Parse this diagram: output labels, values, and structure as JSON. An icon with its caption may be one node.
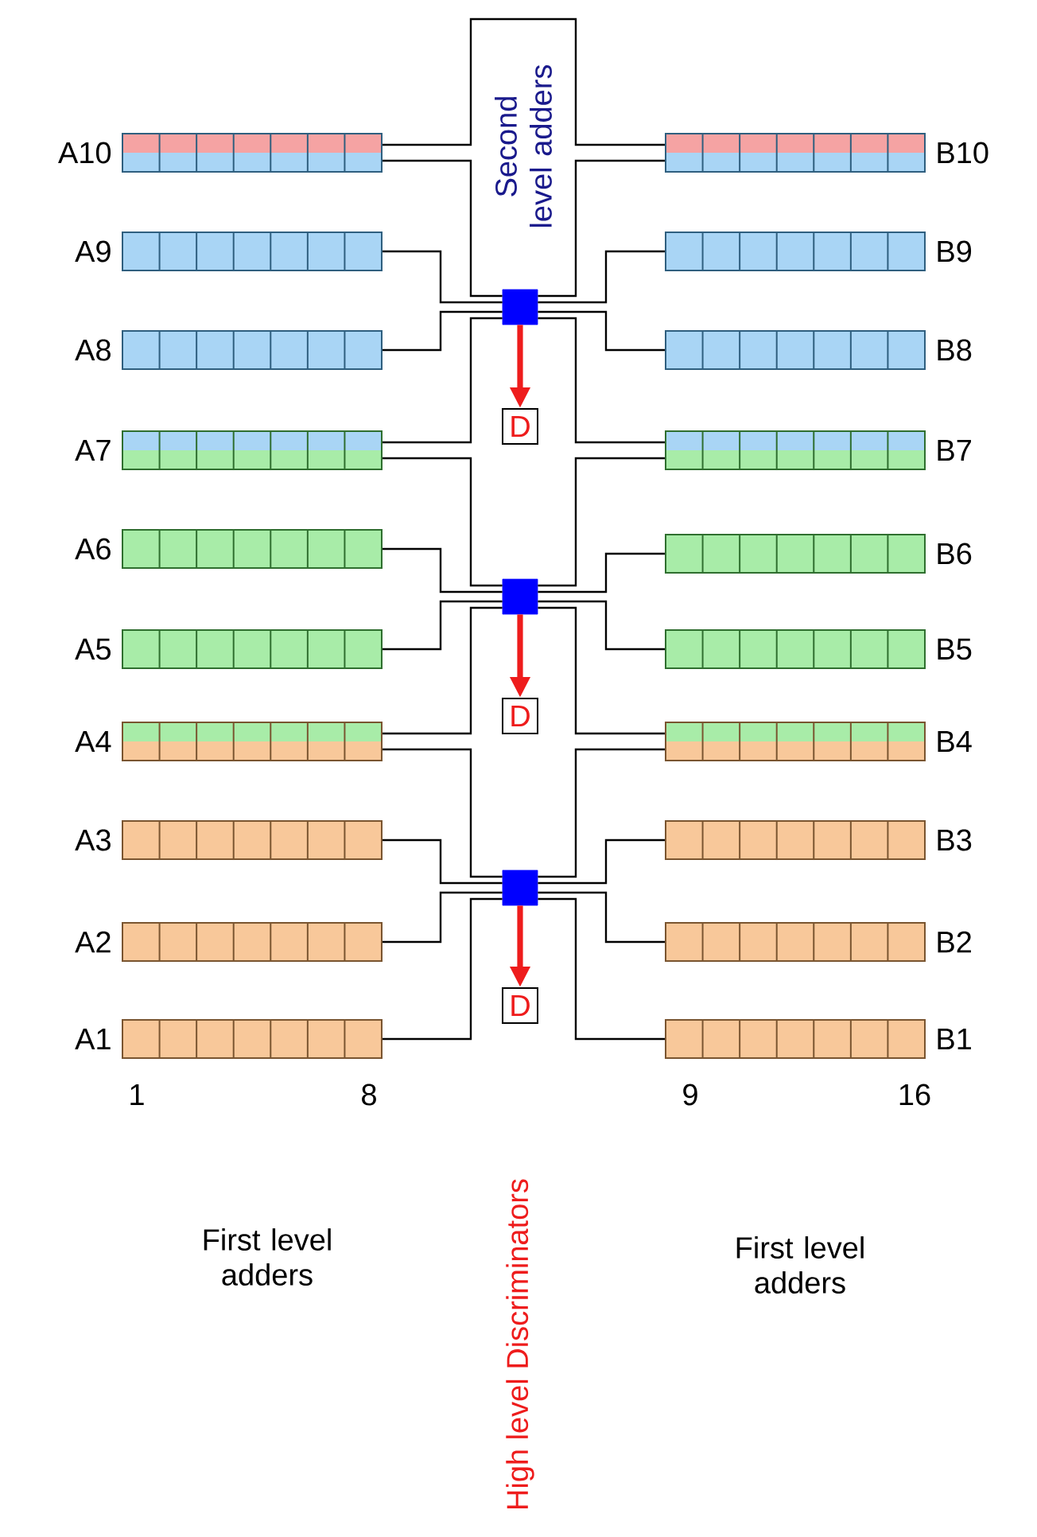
{
  "diagram": {
    "nodes": [
      {
        "text": [
          "A10"
        ]
      },
      {
        "text": [
          "B10"
        ]
      },
      {
        "text": [
          "A9"
        ]
      },
      {
        "text": [
          "B9"
        ]
      },
      {
        "text": [],
        "shape": "box"
      },
      {
        "text": [
          "A8"
        ]
      },
      {
        "text": [
          "B8"
        ]
      },
      {
        "text": [
          "D"
        ]
      },
      {
        "text": [
          "A7"
        ]
      },
      {
        "text": [
          "B7"
        ]
      },
      {
        "text": [
          "A6"
        ]
      },
      {
        "text": [
          "B6"
        ]
      },
      {
        "text": [],
        "shape": "box"
      },
      {
        "text": [
          "A5"
        ]
      },
      {
        "text": [
          "B5"
        ]
      },
      {
        "text": [
          "D"
        ]
      },
      {
        "text": [
          "A4"
        ]
      },
      {
        "text": [
          "B4"
        ]
      },
      {
        "text": [
          "A3"
        ]
      },
      {
        "text": [
          "B3"
        ]
      },
      {
        "text": [],
        "shape": "box"
      },
      {
        "text": [
          "A2"
        ]
      },
      {
        "text": [
          "B2"
        ]
      },
      {
        "text": [
          "D"
        ]
      },
      {
        "text": [
          "A1"
        ]
      },
      {
        "text": [
          "B1"
        ]
      }
    ],
    "edges": [
      {
        "from": 0,
        "to": 1,
        "arrow": "none"
      },
      {
        "from": 0,
        "to": 4,
        "arrow": "none"
      },
      {
        "from": 2,
        "to": 4,
        "arrow": "none"
      },
      {
        "from": 5,
        "to": 4,
        "arrow": "none"
      },
      {
        "from": 8,
        "to": 4,
        "arrow": "none"
      },
      {
        "from": 1,
        "to": 4,
        "arrow": "none"
      },
      {
        "from": 3,
        "to": 4,
        "arrow": "none"
      },
      {
        "from": 6,
        "to": 4,
        "arrow": "none"
      },
      {
        "from": 9,
        "to": 4,
        "arrow": "none"
      },
      {
        "from": 4,
        "to": 7,
        "arrow": "to",
        "style": "thick",
        "color": "#ee1c1c"
      },
      {
        "from": 8,
        "to": 12,
        "arrow": "none"
      },
      {
        "from": 10,
        "to": 12,
        "arrow": "none"
      },
      {
        "from": 13,
        "to": 12,
        "arrow": "none"
      },
      {
        "from": 16,
        "to": 12,
        "arrow": "none"
      },
      {
        "from": 9,
        "to": 12,
        "arrow": "none"
      },
      {
        "from": 11,
        "to": 12,
        "arrow": "none"
      },
      {
        "from": 14,
        "to": 12,
        "arrow": "none"
      },
      {
        "from": 17,
        "to": 12,
        "arrow": "none"
      },
      {
        "from": 12,
        "to": 15,
        "arrow": "to",
        "style": "thick",
        "color": "#ee1c1c"
      },
      {
        "from": 16,
        "to": 20,
        "arrow": "none"
      },
      {
        "from": 18,
        "to": 20,
        "arrow": "none"
      },
      {
        "from": 21,
        "to": 20,
        "arrow": "none"
      },
      {
        "from": 24,
        "to": 20,
        "arrow": "none"
      },
      {
        "from": 17,
        "to": 20,
        "arrow": "none"
      },
      {
        "from": 19,
        "to": 20,
        "arrow": "none"
      },
      {
        "from": 22,
        "to": 20,
        "arrow": "none"
      },
      {
        "from": 25,
        "to": 20,
        "arrow": "none"
      },
      {
        "from": 20,
        "to": 23,
        "arrow": "to",
        "style": "thick",
        "color": "#ee1c1c"
      }
    ],
    "labels": [
      "Second level adders",
      "1",
      "8",
      "9",
      "16",
      "First level adders",
      "First level adders",
      "High level Discriminators"
    ]
  }
}
